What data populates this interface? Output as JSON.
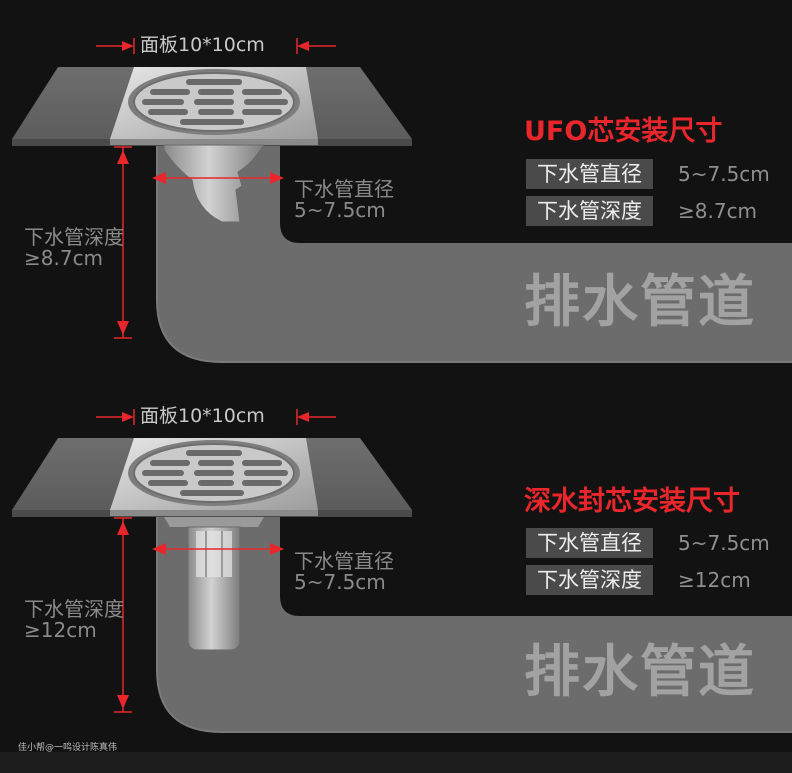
{
  "colors": {
    "accent_red": "#e8262b",
    "background": "#121212",
    "pipe_gray": "#6c6c6c"
  },
  "sections": [
    {
      "panel_label": "面板10*10cm",
      "pipe_dia_label": "下水管直径",
      "pipe_dia_value": "5~7.5cm",
      "pipe_depth_label": "下水管深度",
      "pipe_depth_value": "≥8.7cm",
      "heading": "UFO芯安装尺寸",
      "spec_dia_label": "下水管直径",
      "spec_dia_value": "5~7.5cm",
      "spec_depth_label": "下水管深度",
      "spec_depth_value": "≥8.7cm",
      "pipe_text": "排水管道"
    },
    {
      "panel_label": "面板10*10cm",
      "pipe_dia_label": "下水管直径",
      "pipe_dia_value": "5~7.5cm",
      "pipe_depth_label": "下水管深度",
      "pipe_depth_value": "≥12cm",
      "heading": "深水封芯安装尺寸",
      "spec_dia_label": "下水管直径",
      "spec_dia_value": "5~7.5cm",
      "spec_depth_label": "下水管深度",
      "spec_depth_value": "≥12cm",
      "pipe_text": "排水管道"
    }
  ],
  "footer": "佳小帮@一鸣设计陈真伟"
}
